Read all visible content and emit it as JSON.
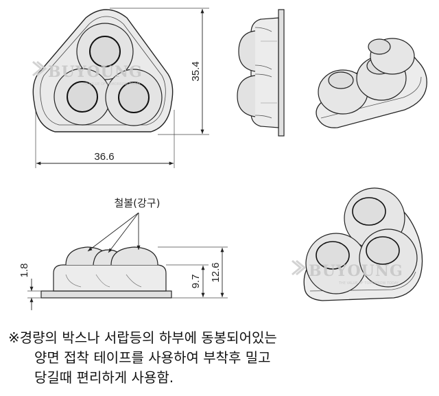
{
  "dimensions": {
    "width": "36.6",
    "height": "35.4",
    "thickness": "1.8",
    "body_height": "9.7",
    "total_height": "12.6"
  },
  "callout": "철볼(강구)",
  "watermark": {
    "brand": "BUYOUNG",
    "tagline": "THE VALUE OF TOMORROW TODAY"
  },
  "note": {
    "lines": [
      "※경량의 박스나 서랍등의 하부에 동봉되어있는",
      "양면 접착 테이프를 사용하여 부착후 밀고",
      "당길때 편리하게 사용함."
    ]
  }
}
